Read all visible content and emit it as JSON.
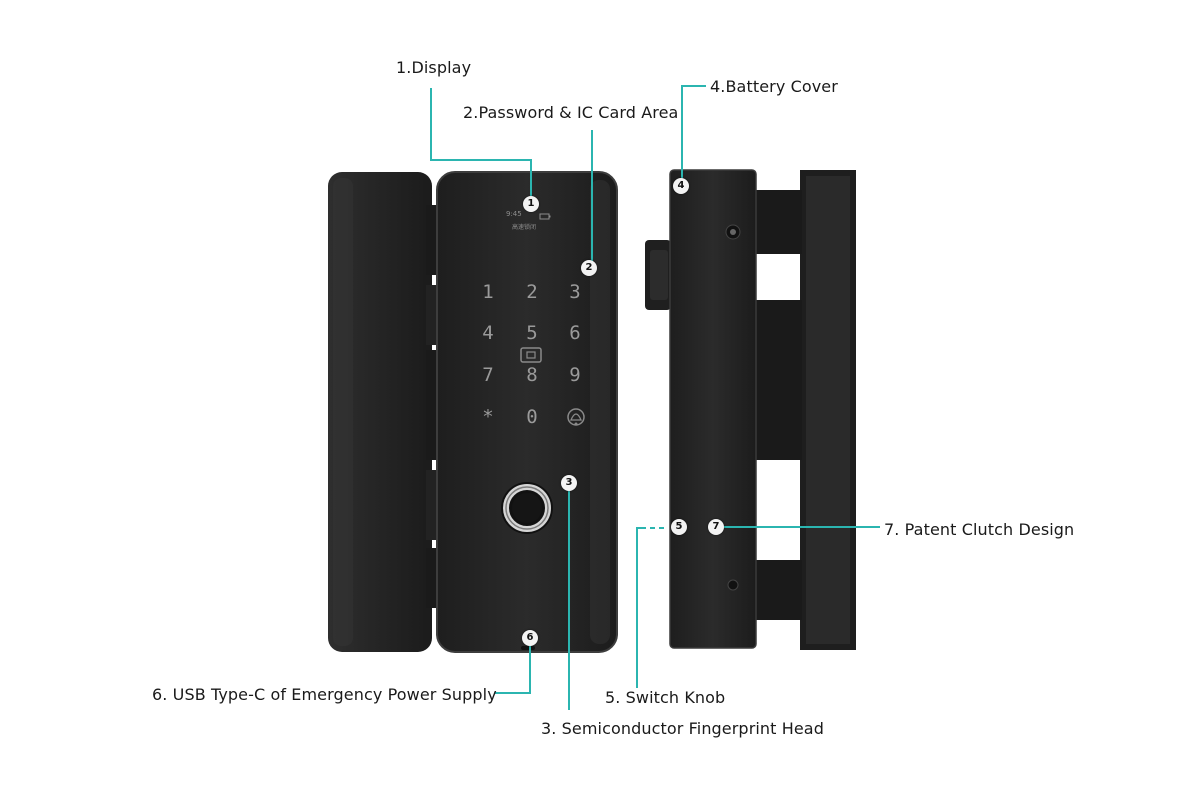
{
  "callouts": {
    "display": "1.Display",
    "password_card_area": "2.Password & IC Card Area",
    "fingerprint_head": "3. Semiconductor Fingerprint Head",
    "battery_cover": "4.Battery Cover",
    "switch_knob": "5. Switch Knob",
    "usb_type_c": "6. USB Type-C of Emergency Power Supply",
    "patent_clutch": "7. Patent Clutch Design"
  },
  "badges": {
    "b1": "1",
    "b2": "2",
    "b3": "3",
    "b4": "4",
    "b5": "5",
    "b6": "6",
    "b7": "7"
  },
  "screen": {
    "time": "9:45",
    "status_text": "高速锁闭"
  },
  "keypad": {
    "k1": "1",
    "k2": "2",
    "k3": "3",
    "k4": "4",
    "k5": "5",
    "k6": "6",
    "k7": "7",
    "k8": "8",
    "k9": "9",
    "star": "*",
    "k0": "0"
  },
  "colors": {
    "leader": "#2bb5b0",
    "lock_body": "#262626",
    "lock_edge": "#3a3a3a",
    "key_text": "#9a9a9a",
    "fingerprint_ring": "#c8c8c8"
  },
  "icons": {
    "card_reader": "card-reader-icon",
    "doorbell": "doorbell-icon",
    "battery": "battery-icon",
    "fingerprint": "fingerprint-sensor-icon"
  }
}
